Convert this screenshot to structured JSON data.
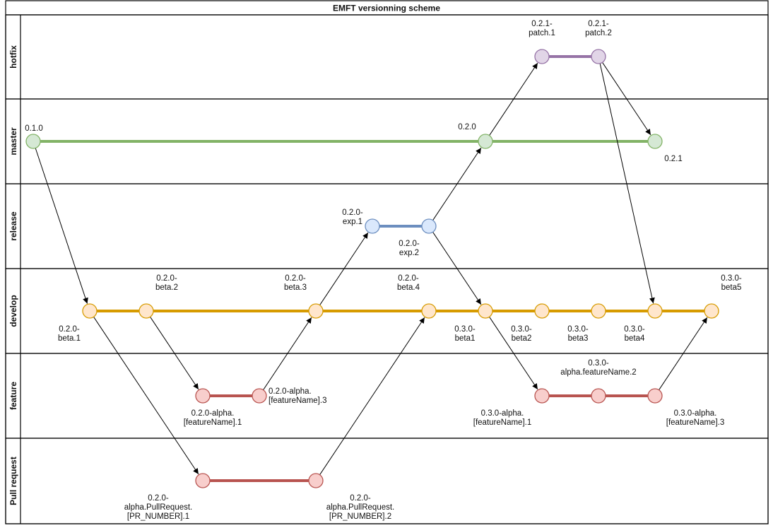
{
  "title": "EMFT versionning scheme",
  "lanes": [
    {
      "key": "hotfix",
      "label": "hotfix"
    },
    {
      "key": "master",
      "label": "master"
    },
    {
      "key": "release",
      "label": "release"
    },
    {
      "key": "develop",
      "label": "develop"
    },
    {
      "key": "feature",
      "label": "feature"
    },
    {
      "key": "pr",
      "label": "Pull request"
    }
  ],
  "colors": {
    "master": {
      "line": "#82b366",
      "fill": "#d5e8d4",
      "stroke": "#82b366"
    },
    "release": {
      "line": "#6c8ebf",
      "fill": "#dae8fc",
      "stroke": "#6c8ebf"
    },
    "develop": {
      "line": "#d79b00",
      "fill": "#ffe6cc",
      "stroke": "#d79b00"
    },
    "feature": {
      "line": "#b85450",
      "fill": "#f8cecc",
      "stroke": "#b85450"
    },
    "hotfix": {
      "line": "#9673a6",
      "fill": "#e1d5e7",
      "stroke": "#9673a6"
    }
  },
  "nodes": [
    {
      "id": "m1",
      "label": [
        "0.1.0"
      ]
    },
    {
      "id": "m2",
      "label": [
        "0.2.0"
      ]
    },
    {
      "id": "m3",
      "label": [
        "0.2.1"
      ]
    },
    {
      "id": "h1",
      "label": [
        "0.2.1-",
        "patch.1"
      ]
    },
    {
      "id": "h2",
      "label": [
        "0.2.1-",
        "patch.2"
      ]
    },
    {
      "id": "r1",
      "label": [
        "0.2.0-",
        "exp.1"
      ]
    },
    {
      "id": "r2",
      "label": [
        "0.2.0-",
        "exp.2"
      ]
    },
    {
      "id": "d1",
      "label": [
        "0.2.0-",
        "beta.1"
      ]
    },
    {
      "id": "d2",
      "label": [
        "0.2.0-",
        "beta.2"
      ]
    },
    {
      "id": "d3",
      "label": [
        "0.2.0-",
        "beta.3"
      ]
    },
    {
      "id": "d4",
      "label": [
        "0.2.0-",
        "beta.4"
      ]
    },
    {
      "id": "d5",
      "label": [
        "0.3.0-",
        "beta1"
      ]
    },
    {
      "id": "d6",
      "label": [
        "0.3.0-",
        "beta2"
      ]
    },
    {
      "id": "d7",
      "label": [
        "0.3.0-",
        "beta3"
      ]
    },
    {
      "id": "d8",
      "label": [
        "0.3.0-",
        "beta4"
      ]
    },
    {
      "id": "d9",
      "label": [
        "0.3.0-",
        "beta5"
      ]
    },
    {
      "id": "f1",
      "label": [
        "0.2.0-alpha.",
        "[featureName].1"
      ]
    },
    {
      "id": "f2",
      "label": [
        "0.2.0-alpha.",
        "[featureName].3"
      ]
    },
    {
      "id": "f3",
      "label": [
        "0.3.0-alpha.",
        "[featureName].1"
      ]
    },
    {
      "id": "f4",
      "label": [
        "0.3.0-",
        "alpha.featureName.2"
      ]
    },
    {
      "id": "f5",
      "label": [
        "0.3.0-alpha.",
        "[featureName].3"
      ]
    },
    {
      "id": "p1",
      "label": [
        "0.2.0-",
        "alpha.PullRequest.",
        "[PR_NUMBER].1"
      ]
    },
    {
      "id": "p2",
      "label": [
        "0.2.0-",
        "alpha.PullRequest.",
        "[PR_NUMBER].2"
      ]
    }
  ],
  "branches": [
    {
      "id": "master",
      "from": "m1",
      "to": "m3",
      "color": "master"
    },
    {
      "id": "hotfix",
      "from": "h1",
      "to": "h2",
      "color": "hotfix"
    },
    {
      "id": "release",
      "from": "r1",
      "to": "r2",
      "color": "release"
    },
    {
      "id": "develop",
      "from": "d1",
      "to": "d9",
      "color": "develop"
    },
    {
      "id": "feature-a",
      "from": "f1",
      "to": "f2",
      "color": "feature"
    },
    {
      "id": "feature-b",
      "from": "f3",
      "to": "f5",
      "color": "feature"
    },
    {
      "id": "pull-request",
      "from": "p1",
      "to": "p2",
      "color": "feature"
    }
  ],
  "arrows": [
    {
      "from": "m1",
      "to": "d1"
    },
    {
      "from": "d1",
      "to": "p1"
    },
    {
      "from": "p2",
      "to": "d4"
    },
    {
      "from": "d2",
      "to": "f1"
    },
    {
      "from": "f2",
      "to": "d3"
    },
    {
      "from": "d3",
      "to": "r1"
    },
    {
      "from": "r2",
      "to": "m2"
    },
    {
      "from": "r2",
      "to": "d5"
    },
    {
      "from": "m2",
      "to": "h1"
    },
    {
      "from": "h2",
      "to": "m3"
    },
    {
      "from": "h2",
      "to": "d8"
    },
    {
      "from": "d5",
      "to": "f3"
    },
    {
      "from": "f5",
      "to": "d9"
    }
  ]
}
